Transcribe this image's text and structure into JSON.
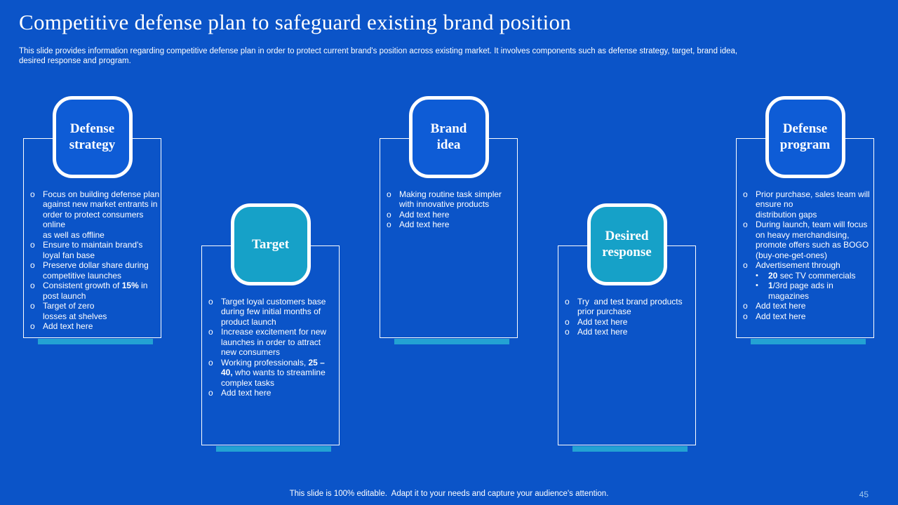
{
  "slide": {
    "title": "Competitive defense plan to safeguard existing brand position",
    "subtitle": "This slide provides information regarding competitive defense plan in order to protect current brand's position across existing market. It involves components such as defense strategy, target, brand idea,\ndesired response and program.",
    "footer_note": "This slide is 100% editable.  Adapt it to your needs and capture your audience's attention.",
    "page_number": "45"
  },
  "colors": {
    "background": "#0b54c8",
    "header_blue": "#0e5cd6",
    "teal": "#16a1c8",
    "shadow_bar": "#23a2d3",
    "page_number": "#9fc7ee",
    "text": "#ffffff"
  },
  "markers": {
    "level1": "o",
    "level2": "•"
  },
  "columns": [
    {
      "id": "defense-strategy",
      "label": "Defense\nstrategy",
      "style": "blue",
      "placement": "high",
      "bullets": [
        {
          "parts": [
            {
              "t": "Focus on building defense plan against new market entrants in order to protect consumers online\nas well as offline"
            }
          ]
        },
        {
          "parts": [
            {
              "t": "Ensure to maintain brand's loyal fan base"
            }
          ]
        },
        {
          "parts": [
            {
              "t": "Preserve dollar share during competitive launches"
            }
          ]
        },
        {
          "parts": [
            {
              "t": "Consistent growth of "
            },
            {
              "t": "15%",
              "b": true
            },
            {
              "t": " in post launch"
            }
          ]
        },
        {
          "parts": [
            {
              "t": "Target of zero\nlosses at shelves"
            }
          ]
        },
        {
          "parts": [
            {
              "t": "Add text here"
            }
          ]
        }
      ]
    },
    {
      "id": "target",
      "label": "Target",
      "style": "teal",
      "placement": "low",
      "bullets": [
        {
          "parts": [
            {
              "t": "Target loyal customers base during few initial months of product launch"
            }
          ]
        },
        {
          "parts": [
            {
              "t": "Increase excitement for new launches in order to attract new consumers"
            }
          ]
        },
        {
          "parts": [
            {
              "t": "Working professionals, "
            },
            {
              "t": "25 – 40,",
              "b": true
            },
            {
              "t": " who wants to streamline complex tasks"
            }
          ]
        },
        {
          "parts": [
            {
              "t": "Add text here"
            }
          ]
        }
      ]
    },
    {
      "id": "brand-idea",
      "label": "Brand\nidea",
      "style": "blue",
      "placement": "high",
      "bullets": [
        {
          "parts": [
            {
              "t": "Making routine task simpler with innovative products"
            }
          ]
        },
        {
          "parts": [
            {
              "t": "Add text here"
            }
          ]
        },
        {
          "parts": [
            {
              "t": "Add text here"
            }
          ]
        }
      ]
    },
    {
      "id": "desired-response",
      "label": "Desired\nresponse",
      "style": "teal",
      "placement": "low",
      "bullets": [
        {
          "parts": [
            {
              "t": "Try  and test brand products prior purchase"
            }
          ]
        },
        {
          "parts": [
            {
              "t": "Add text here"
            }
          ]
        },
        {
          "parts": [
            {
              "t": "Add text here"
            }
          ]
        }
      ]
    },
    {
      "id": "defense-program",
      "label": "Defense\nprogram",
      "style": "blue",
      "placement": "high",
      "bullets": [
        {
          "parts": [
            {
              "t": "Prior purchase, sales team will ensure no\ndistribution gaps"
            }
          ]
        },
        {
          "parts": [
            {
              "t": "During launch, team will focus on heavy merchandising, promote offers such as BOGO (buy-one-get-ones)"
            }
          ]
        },
        {
          "parts": [
            {
              "t": "Advertisement through"
            }
          ],
          "sub": [
            {
              "parts": [
                {
                  "t": "20",
                  "b": true
                },
                {
                  "t": " sec TV commercials"
                }
              ]
            },
            {
              "parts": [
                {
                  "t": "1",
                  "b": true
                },
                {
                  "t": "/3rd page ads in magazines"
                }
              ]
            }
          ]
        },
        {
          "parts": [
            {
              "t": "Add text here"
            }
          ]
        },
        {
          "parts": [
            {
              "t": "Add text here"
            }
          ]
        }
      ]
    }
  ],
  "layout_numbers": {
    "column_left_start": 33,
    "column_pitch": 254
  }
}
